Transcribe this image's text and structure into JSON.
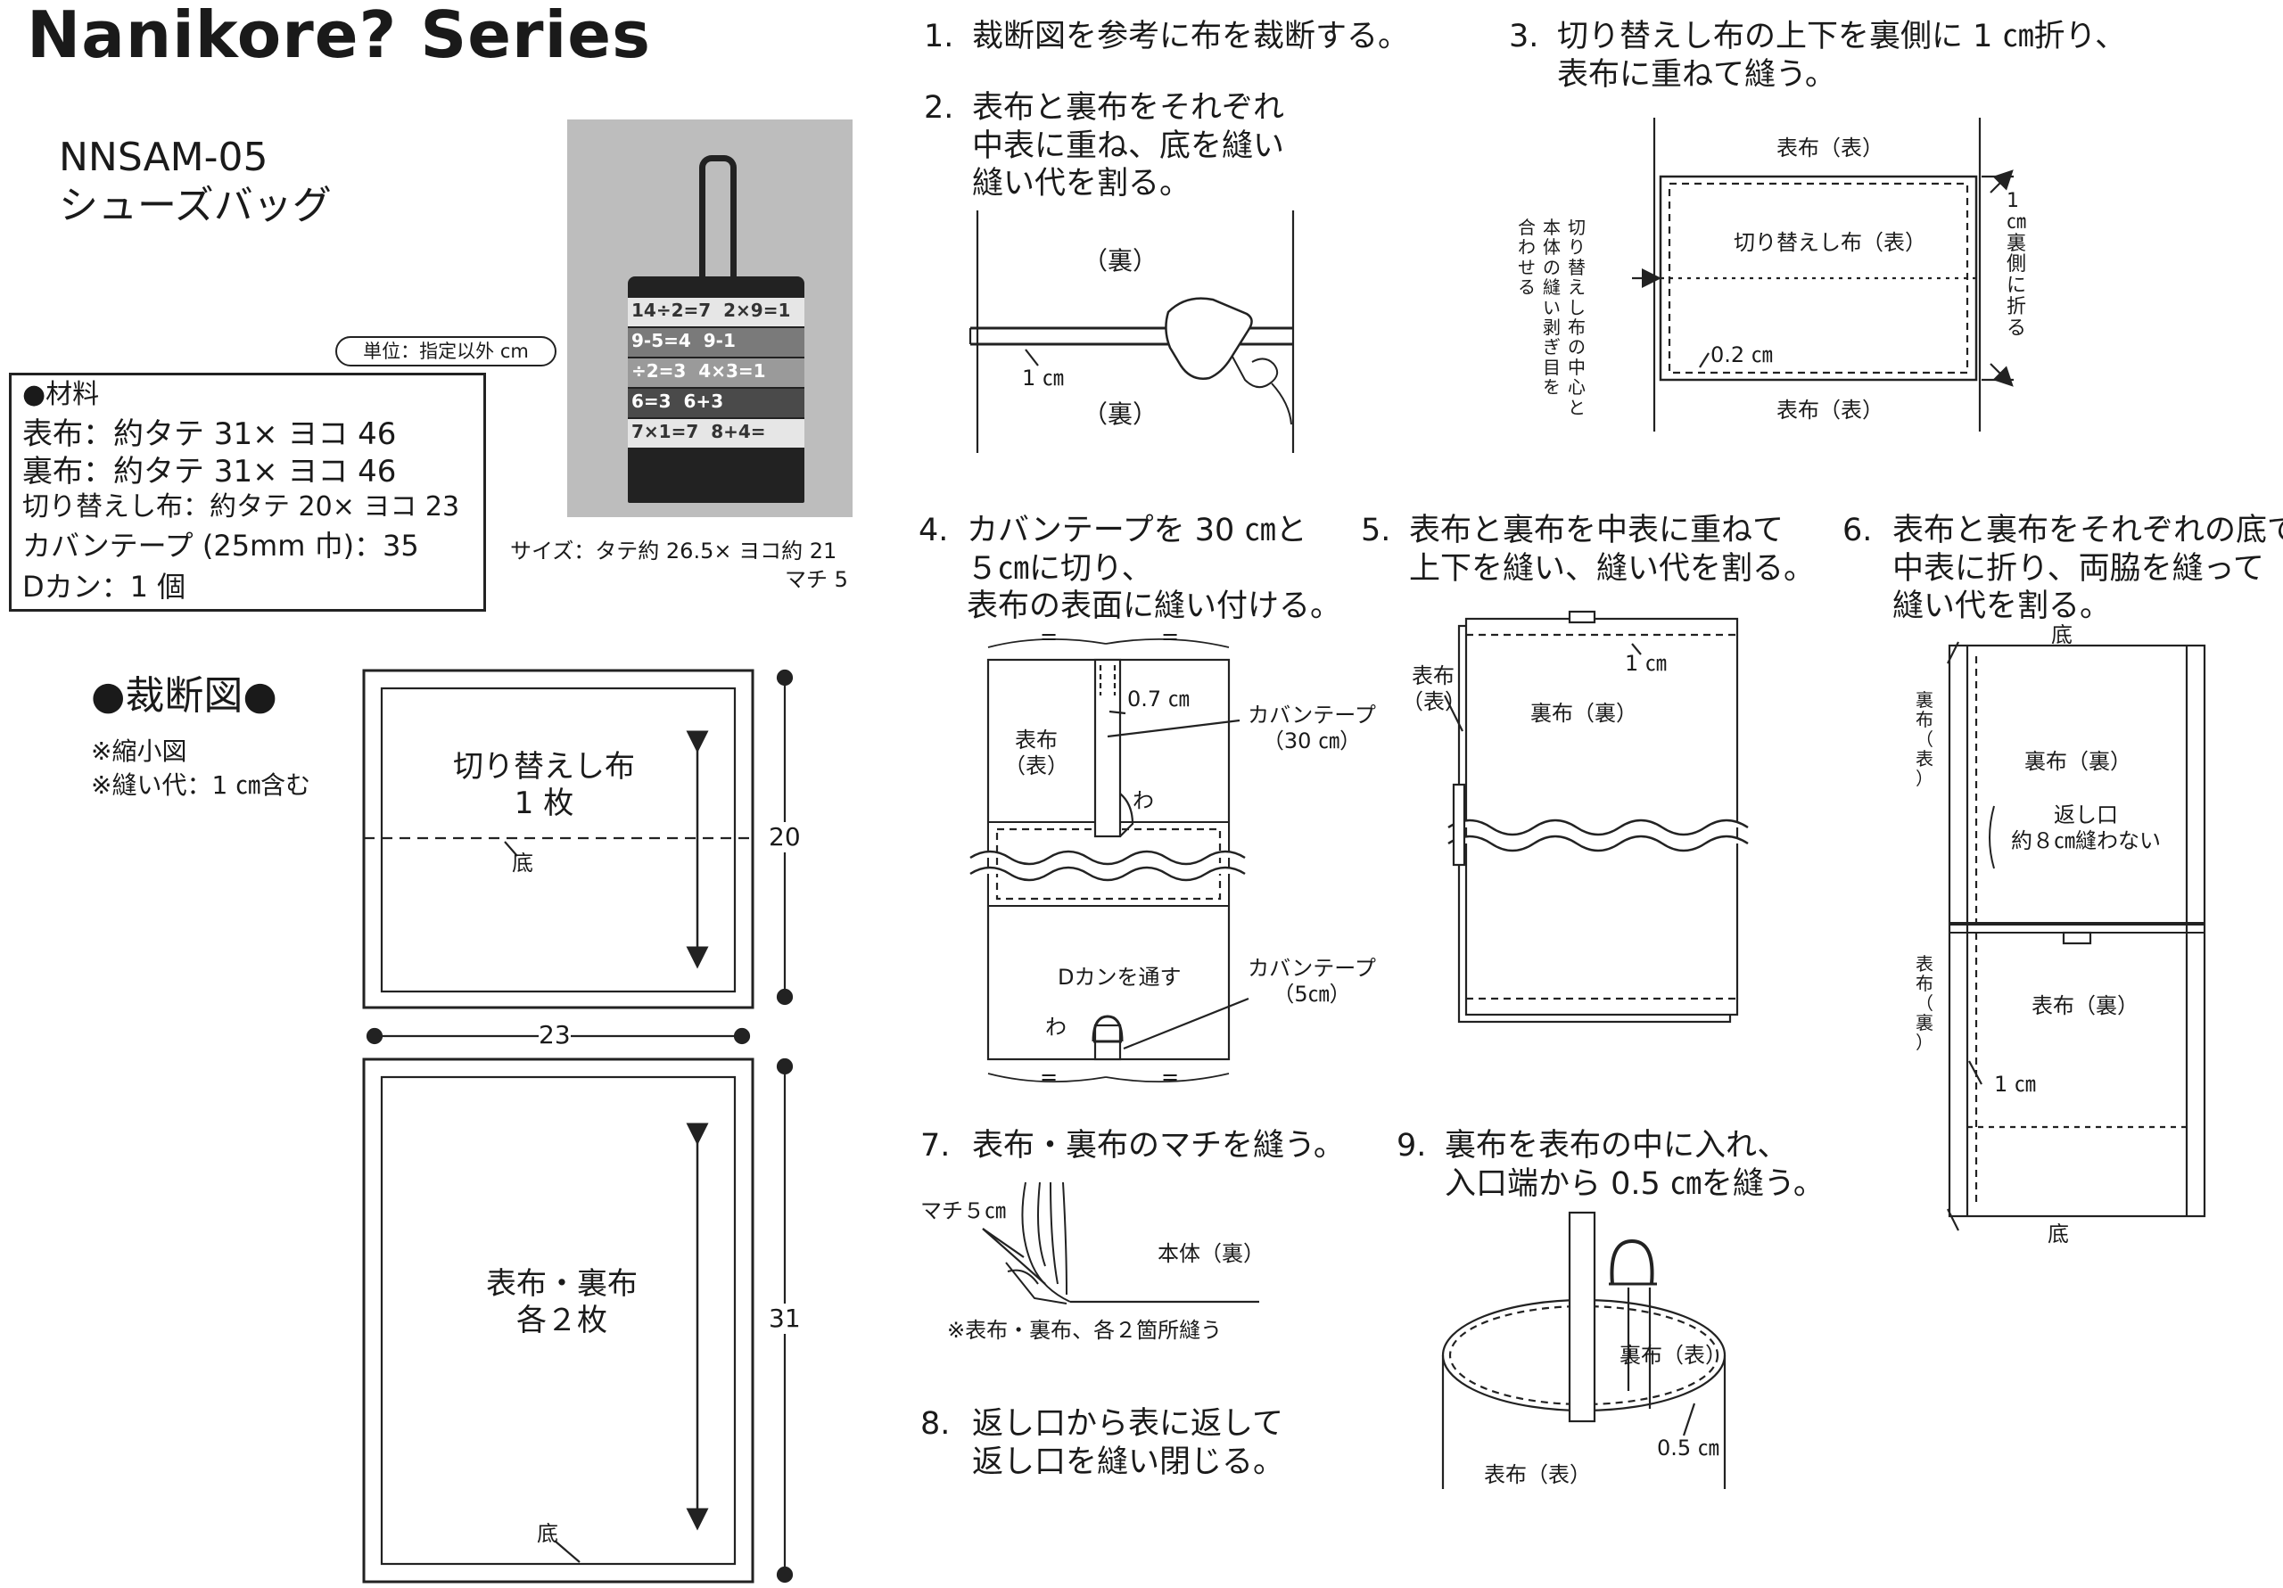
{
  "header": {
    "title": "Nanikore? Series"
  },
  "product": {
    "code": "NNSAM-05",
    "name": "シューズバッグ"
  },
  "unit_note": "単位：指定以外 cm",
  "materials": {
    "heading": "●材料",
    "items": [
      "表布：約タテ 31× ヨコ 46",
      "裏布：約タテ 31× ヨコ 46",
      "切り替えし布：約タテ 20× ヨコ 23",
      "カバンテープ (25mm 巾)：35",
      "Dカン：1 個"
    ]
  },
  "size": {
    "line1": "サイズ：タテ約 26.5× ヨコ約 21",
    "line2": "マチ 5"
  },
  "photo": {
    "rows": [
      "14÷2=7  2×9=1",
      "9-5=4  9-1",
      "÷2=3  4×3=1",
      "6=3  6+3",
      "7×1=7  8+4="
    ],
    "colors": [
      "#e6e6e6",
      "#7a7a7a",
      "#9a9a9a",
      "#4a4a4a",
      "#e6e6e6"
    ],
    "bag_color": "#222222",
    "background": "#bdbdbd"
  },
  "cutting": {
    "title": "●裁断図●",
    "notes": [
      "※縮小図",
      "※縫い代：1 ㎝含む"
    ],
    "piece1": {
      "label": "切り替えし布\n1 枚",
      "bottom": "底",
      "height": "20"
    },
    "width": "23",
    "piece2": {
      "label": "表布・裏布\n各２枚",
      "bottom": "底",
      "height": "31"
    }
  },
  "steps": [
    {
      "num": "1.",
      "text": "裁断図を参考に布を裁断する。"
    },
    {
      "num": "2.",
      "text": "表布と裏布をそれぞれ\n中表に重ね、底を縫い\n縫い代を割る。",
      "labels": {
        "top": "（裏）",
        "bottom": "（裏）",
        "seam": "1 ㎝"
      }
    },
    {
      "num": "3.",
      "text": "切り替えし布の上下を裏側に 1 ㎝折り、\n表布に重ねて縫う。",
      "labels": {
        "top": "表布（表）",
        "center": "切り替えし布（表）",
        "bottom": "表布（表）",
        "margin": "0.2 ㎝",
        "fold": "1\n㎝\n裏\n側\nに\n折\nる",
        "side1": "切\nり\n替\nえ\nし\n布\nの\n中\n心\nと",
        "side2": "本\n体\nの\n縫\nい\n剥\nぎ\n目\nを",
        "side3": "合\nわ\nせ\nる"
      }
    },
    {
      "num": "4.",
      "text": "カバンテープを 30 ㎝と\n５㎝に切り、\n表布の表面に縫い付ける。",
      "labels": {
        "fabric": "表布\n（表）",
        "gap": "0.7 ㎝",
        "tape_long": "カバンテープ\n（30 ㎝）",
        "loop": "わ",
        "ring": "Dカンを通す",
        "tape_short": "カバンテープ\n（5㎝）",
        "loop2": "わ",
        "eq": "="
      }
    },
    {
      "num": "5.",
      "text": "表布と裏布を中表に重ねて\n上下を縫い、縫い代を割る。",
      "labels": {
        "outer": "表布\n（表）",
        "lining": "裏布（裏）",
        "seam": "1 ㎝"
      }
    },
    {
      "num": "6.",
      "text": "表布と裏布をそれぞれの底で\n中表に折り、両脇を縫って\n縫い代を割る。",
      "labels": {
        "top": "底",
        "lining_side": "裏\n布\n（\n表\n）",
        "lining": "裏布（裏）",
        "opening": "返し口\n約８㎝縫わない",
        "outer_side": "表\n布\n（\n裏\n）",
        "outer": "表布（裏）",
        "seam": "1 ㎝",
        "bottom": "底"
      }
    },
    {
      "num": "7.",
      "text": "表布・裏布のマチを縫う。",
      "labels": {
        "gusset": "マチ５㎝",
        "body": "本体（裏）",
        "note": "※表布・裏布、各２箇所縫う"
      }
    },
    {
      "num": "8.",
      "text": "返し口から表に返して\n返し口を縫い閉じる。"
    },
    {
      "num": "9.",
      "text": "裏布を表布の中に入れ、\n入口端から 0.5 ㎝を縫う。",
      "labels": {
        "lining": "裏布（表）",
        "seam": "0.5 ㎝",
        "outer": "表布（表）"
      }
    }
  ]
}
